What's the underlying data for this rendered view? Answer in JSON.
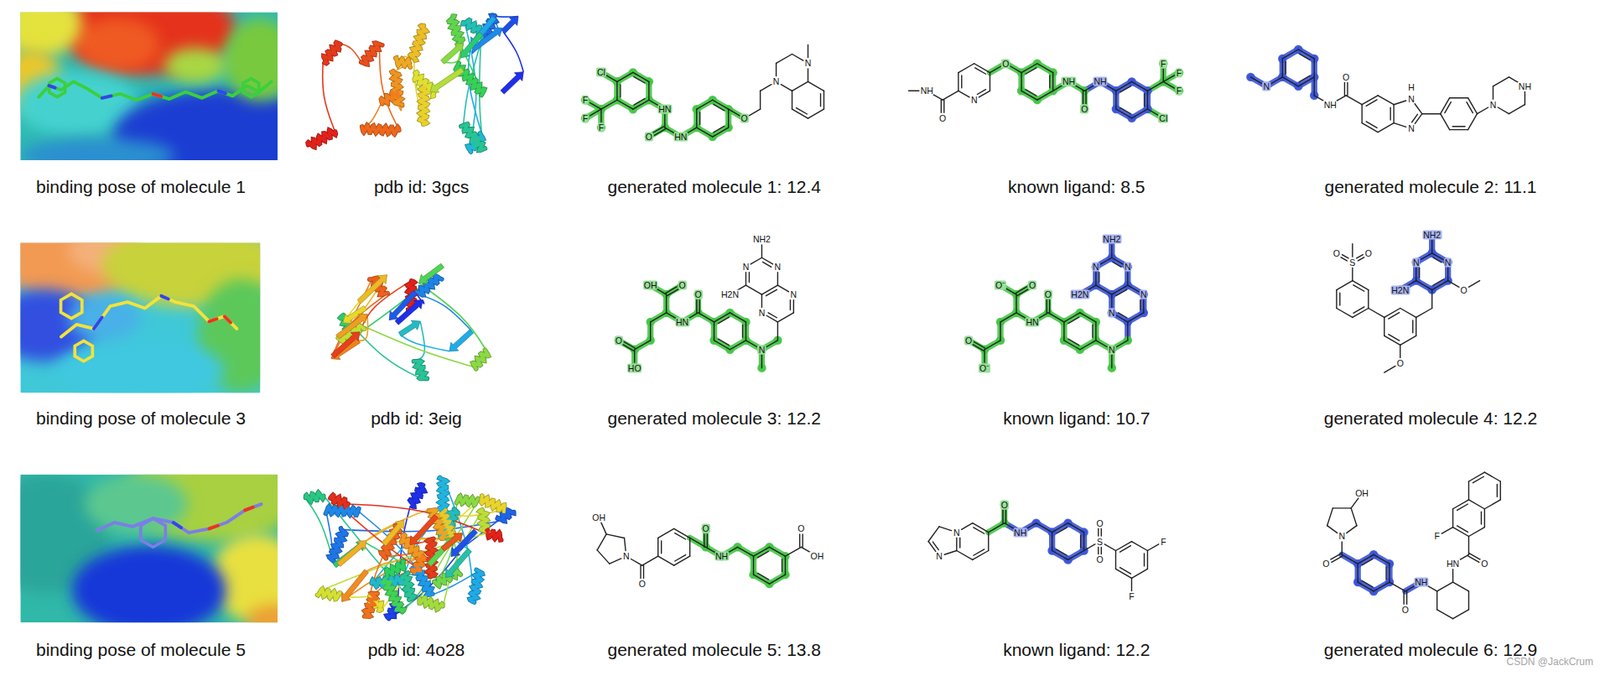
{
  "diagram": {
    "nodes": [
      {
        "text": [
          "binding pose of molecule 1"
        ]
      },
      {
        "text": [
          "pdb id: 3gcs"
        ]
      },
      {
        "text": [
          "generated molecule 1: 12.4"
        ]
      },
      {
        "text": [
          "known ligand: 8.5"
        ]
      },
      {
        "text": [
          "generated molecule 2: 11.1"
        ]
      },
      {
        "text": [
          "binding pose of molecule 3"
        ]
      },
      {
        "text": [
          "pdb id: 3eig"
        ]
      },
      {
        "text": [
          "generated molecule 3: 12.2"
        ]
      },
      {
        "text": [
          "known ligand: 10.7"
        ]
      },
      {
        "text": [
          "generated molecule 4: 12.2"
        ]
      },
      {
        "text": [
          "binding pose of molecule 5"
        ]
      },
      {
        "text": [
          "pdb id: 4o28"
        ]
      },
      {
        "text": [
          "generated molecule 5: 13.8"
        ]
      },
      {
        "text": [
          "known ligand: 12.2"
        ]
      },
      {
        "text": [
          "generated molecule 6: 12.9"
        ]
      }
    ],
    "labels": [
      "Cl",
      "F",
      "F",
      "F",
      "HN",
      "O",
      "HN",
      "O",
      "N",
      "N",
      "NH",
      "O",
      "N",
      "O",
      "NH",
      "O",
      "NH",
      "F",
      "F",
      "F",
      "Cl",
      "N",
      "NH",
      "O",
      "N",
      "N",
      "H",
      "N",
      "NH",
      "O",
      "OH",
      "O",
      "HO",
      "HN",
      "O",
      "N",
      "N",
      "N",
      "N",
      "N",
      "NH2",
      "H2N",
      "O",
      "O⁻",
      "O",
      "O⁻",
      "HN",
      "O",
      "N",
      "N",
      "N",
      "N",
      "N",
      "NH2",
      "H2N",
      "N",
      "N",
      "NH2",
      "H2N",
      "O",
      "O",
      "S",
      "O",
      "O",
      "N",
      "OH",
      "O",
      "O",
      "NH",
      "O",
      "OH",
      "N",
      "N",
      "O",
      "NH",
      "S",
      "O",
      "O",
      "F",
      "F",
      "N",
      "OH",
      "O",
      "O",
      "NH",
      "HN",
      "O",
      "F",
      "CSDN @JackCrum"
    ]
  }
}
